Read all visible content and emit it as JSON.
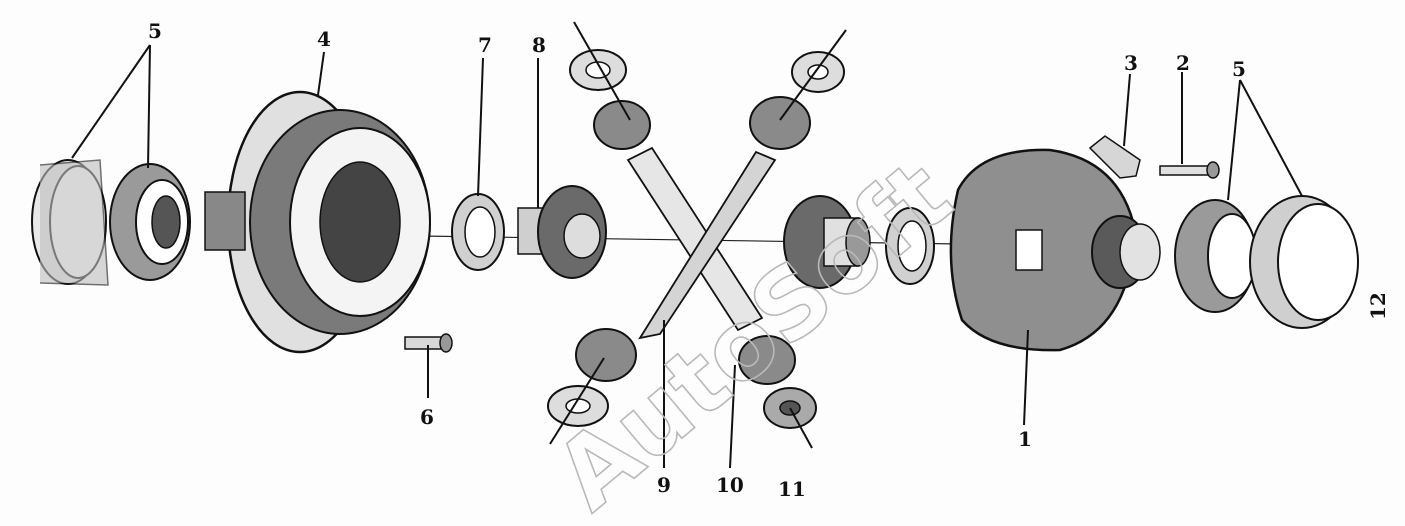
{
  "watermark": "AutoSoft",
  "side_label": "12",
  "callouts": [
    {
      "id": "left-5",
      "text": "5"
    },
    {
      "id": "4",
      "text": "4"
    },
    {
      "id": "7",
      "text": "7"
    },
    {
      "id": "8",
      "text": "8"
    },
    {
      "id": "6",
      "text": "6"
    },
    {
      "id": "9",
      "text": "9"
    },
    {
      "id": "10",
      "text": "10"
    },
    {
      "id": "11",
      "text": "11"
    },
    {
      "id": "1",
      "text": "1"
    },
    {
      "id": "3",
      "text": "3"
    },
    {
      "id": "2",
      "text": "2"
    },
    {
      "id": "right-5",
      "text": "5"
    }
  ],
  "colors": {
    "ink": "#111111",
    "paper": "#fdfdfd",
    "watermark": "#b9b9b9"
  }
}
